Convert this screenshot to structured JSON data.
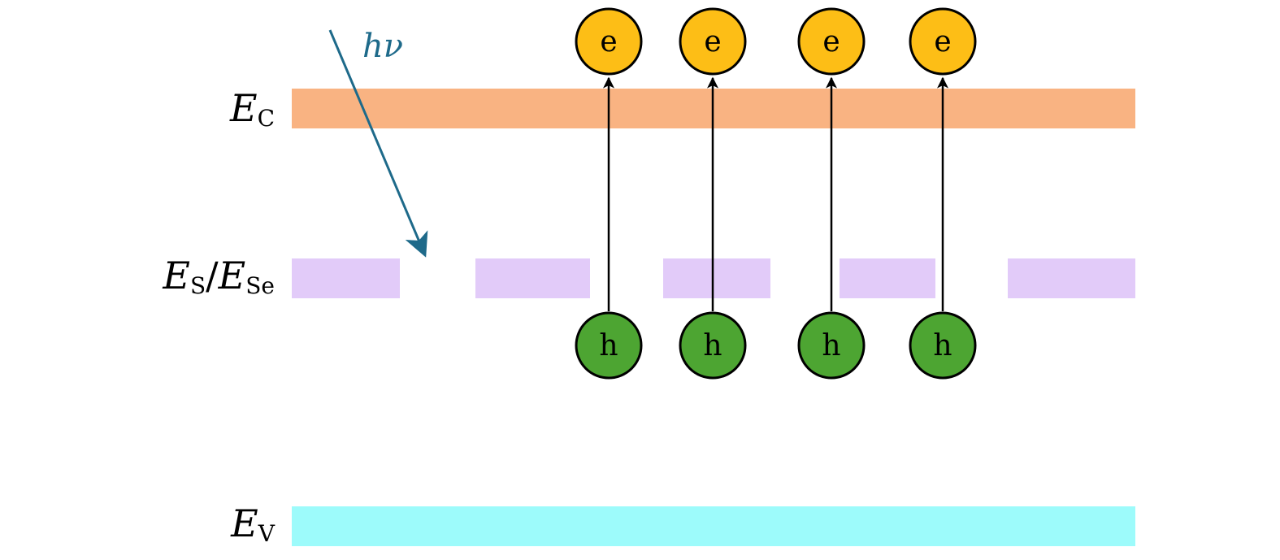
{
  "levels": {
    "conduction": {
      "symbol": "E",
      "subscript": "C",
      "color": "#F9B382"
    },
    "defect": {
      "symbol1": "E",
      "subscript1": "S",
      "separator": "/",
      "symbol2": "E",
      "subscript2": "Se",
      "color": "#E2CBF9"
    },
    "valence": {
      "symbol": "E",
      "subscript": "V",
      "color": "#9DFBFB"
    }
  },
  "photon": {
    "label": "hν",
    "color": "#1E6A8A"
  },
  "electrons": {
    "label": "e",
    "fill": "#FDBE16",
    "count": 4
  },
  "holes": {
    "label": "h",
    "fill": "#4DA532",
    "count": 4
  }
}
